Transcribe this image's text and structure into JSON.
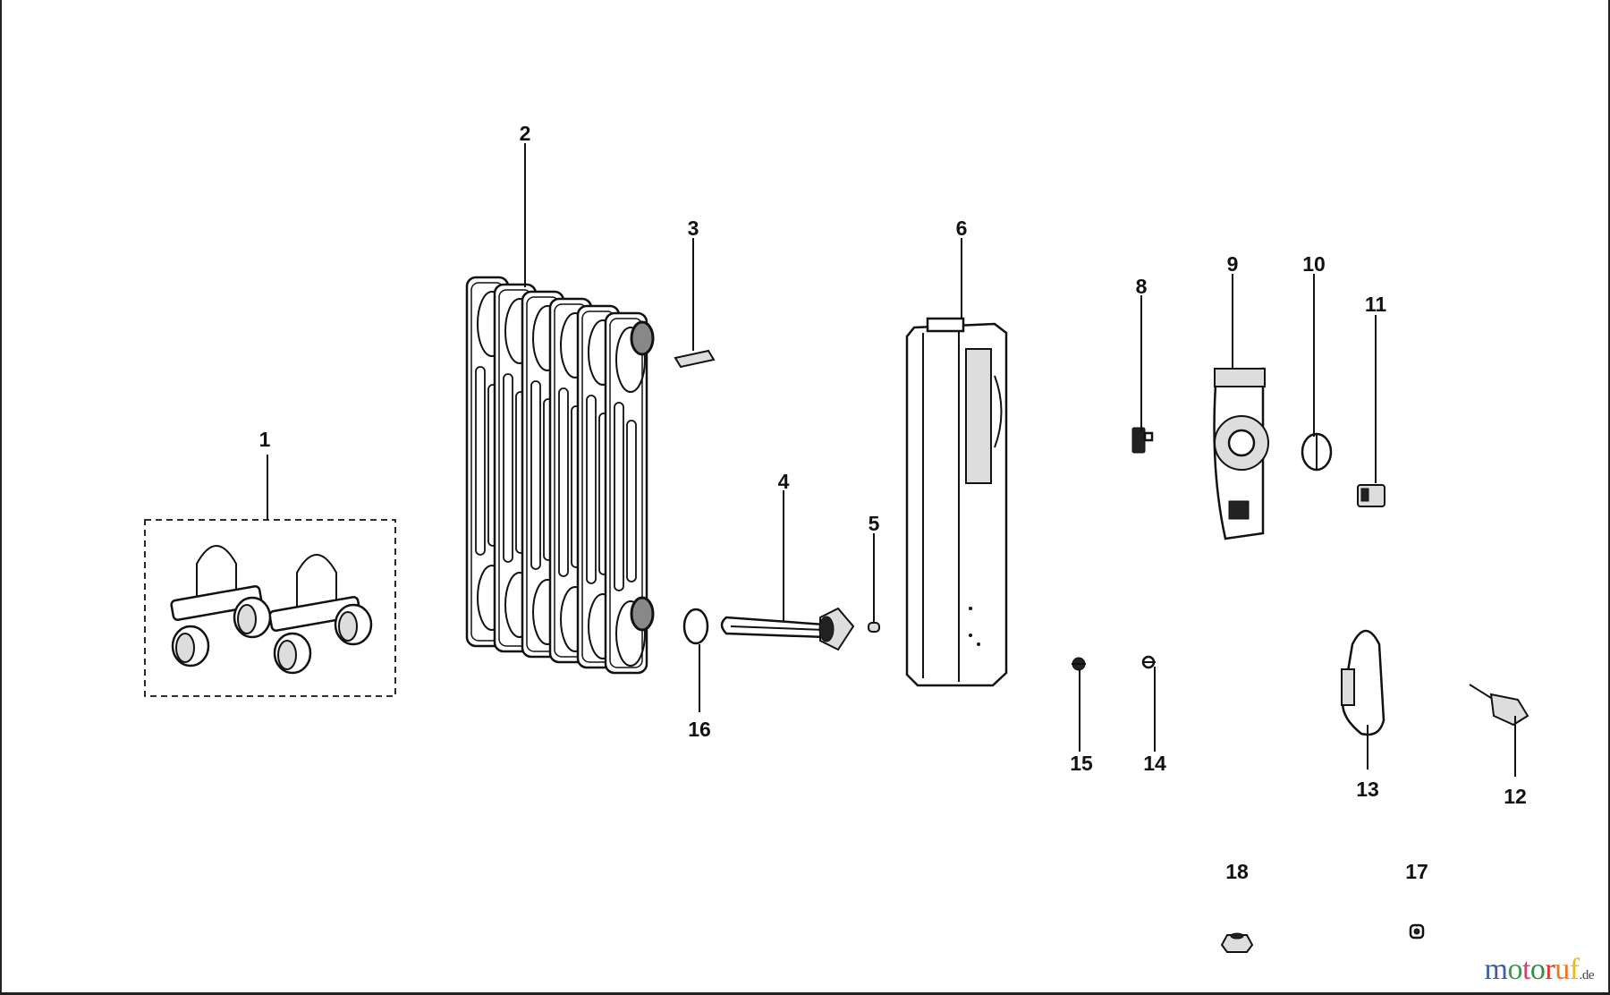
{
  "labels": [
    "1",
    "2",
    "3",
    "4",
    "5",
    "6",
    "8",
    "9",
    "10",
    "11",
    "12",
    "13",
    "14",
    "15",
    "16",
    "17",
    "18"
  ],
  "logo": {
    "text": [
      "m",
      "o",
      "t",
      "o",
      "r",
      "u",
      "f"
    ],
    "suffix": ".de",
    "colors": [
      "#3a5fa8",
      "#3a9a4a",
      "#d0407a",
      "#2f8f3f",
      "#d83a2a",
      "#e77a20",
      "#e8b820"
    ]
  }
}
